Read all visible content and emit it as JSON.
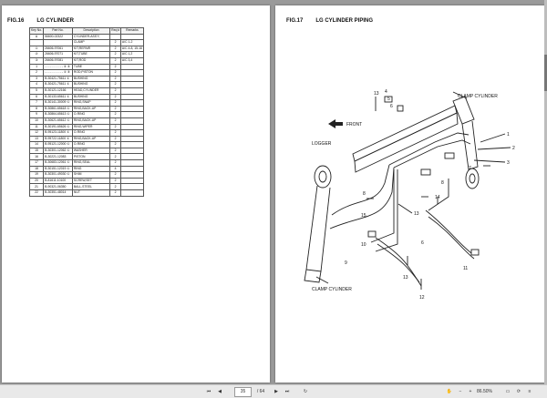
{
  "left_page": {
    "fig_no": "FIG.16",
    "fig_title": "LG CYLINDER",
    "table_headers": [
      "Key No.",
      "Part No.",
      "Description",
      "Req'd",
      "Remarks"
    ],
    "rows": [
      [
        "A",
        "56600-02322",
        "CYLINDER-ASS'Y,",
        "",
        ""
      ],
      [
        "",
        "",
        "CLAMP",
        "2",
        "A/C 1-2"
      ],
      [
        "①",
        "26606-97061",
        "KIT,REPAIR",
        "2",
        "A/C 4-8, 15-16"
      ],
      [
        "②",
        "26606-97071",
        "KIT,TUBE",
        "2",
        "A/C 1,2"
      ],
      [
        "③",
        "26606-97081",
        "KIT,ROD",
        "2",
        "A/C 3,4"
      ],
      [
        "1",
        "- - - - - - - - - - ② ③",
        "TUBE",
        "2",
        ""
      ],
      [
        "2",
        "- - - - - - - - - - ① ③",
        "ROD,PISTON",
        "2",
        ""
      ],
      [
        "3",
        "B-30421-75611 ①",
        "BUSHING",
        "2",
        ""
      ],
      [
        "4",
        "B-30421-75611 ①",
        "BUSHING",
        "2",
        ""
      ],
      [
        "5",
        "B-30121-12166",
        "HEAD,CYLINDER",
        "2",
        ""
      ],
      [
        "6",
        "B-30133-65611 ①",
        "BUSHING",
        "2",
        ""
      ],
      [
        "7",
        "B-30141-30009 ①",
        "RING,SNAP",
        "2",
        ""
      ],
      [
        "8",
        "B-30861-65618 ①",
        "RING,BACK-UP",
        "2",
        ""
      ],
      [
        "9",
        "B-30864-65613 ①",
        "O-RING",
        "2",
        ""
      ],
      [
        "10",
        "B-30621-65612 ①",
        "RING,BACK-UP",
        "2",
        ""
      ],
      [
        "11",
        "B-30191-65626 ①",
        "RING,WIPER",
        "2",
        ""
      ],
      [
        "12",
        "B-95123-11800 ①",
        "O-RING",
        "2",
        ""
      ],
      [
        "13",
        "B-95722-11800 ①",
        "RING,BACK-UP",
        "2",
        ""
      ],
      [
        "14",
        "B-95121-12000 ①",
        "O-RING",
        "2",
        ""
      ],
      [
        "15",
        "B-30301-12062 ①",
        "WASHER",
        "2",
        ""
      ],
      [
        "16",
        "B-30221-12083",
        "PISTON",
        "2",
        ""
      ],
      [
        "17",
        "B-30683-12061 ①",
        "RING,SEAL",
        "2",
        ""
      ],
      [
        "18",
        "B-30151-12019 ①",
        "RING",
        "4",
        ""
      ],
      [
        "19",
        "B-30301-49030 ①",
        "SHIM",
        "2",
        ""
      ],
      [
        "20",
        "B-81611-10100",
        "SCREW,SET",
        "2",
        ""
      ],
      [
        "21",
        "B-90321-06350",
        "BALL,STEEL",
        "2",
        ""
      ],
      [
        "22",
        "B-30351-48014",
        "NUT",
        "2",
        ""
      ]
    ]
  },
  "right_page": {
    "fig_no": "FIG.17",
    "fig_title": "LG CYLINDER PIPING",
    "labels": {
      "clamp_top": "CLAMP CYLINDER",
      "front": "FRONT",
      "logger": "LOGGER",
      "clamp_bottom": "CLAMP CYLINDER"
    },
    "callouts": {
      "c1": "13",
      "c2": "4",
      "c3": "5",
      "c4": "6",
      "c5": "1",
      "c6": "2",
      "c7": "3",
      "c8": "8",
      "c9": "8",
      "c10": "7",
      "c11": "15",
      "c12": "13",
      "c13": "14",
      "c14": "11",
      "c15": "10",
      "c16": "9",
      "c17": "12",
      "c18": "6",
      "c19": "13"
    }
  },
  "toolbar": {
    "page_current": "35",
    "page_total": "/ 64",
    "zoom": "86.50%"
  }
}
